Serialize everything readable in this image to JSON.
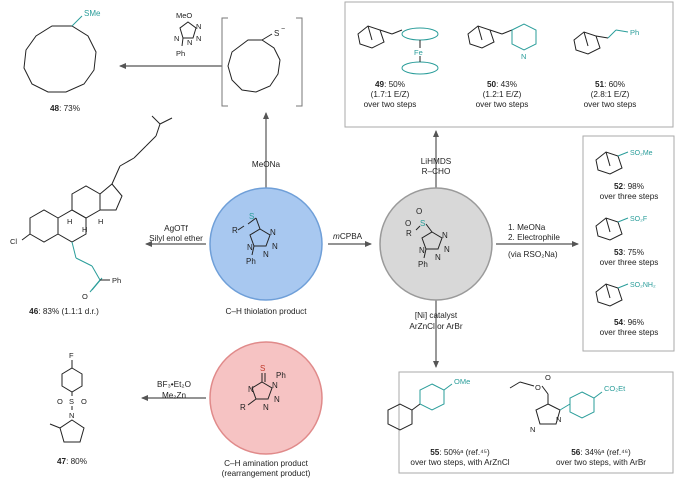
{
  "colors": {
    "teal": "#2a9d9a",
    "red": "#c0392b",
    "blue_circle_fill": "#a8c8f0",
    "blue_circle_edge": "#6f9fd8",
    "gray_circle_fill": "#d8d8d8",
    "gray_circle_edge": "#9a9a9a",
    "pink_circle_fill": "#f6c3c3",
    "pink_circle_edge": "#e08a8a",
    "arrow": "#555555",
    "box_border": "#aaaaaa"
  },
  "center": {
    "thiolation": {
      "caption": "C–H thiolation product",
      "atoms": {
        "s": "S",
        "r": "R",
        "n1": "N",
        "n2": "N",
        "n3": "N",
        "n4": "N",
        "ph": "Ph"
      }
    },
    "sulfone": {
      "atoms": {
        "s": "S",
        "o1": "O",
        "o2": "O",
        "r": "R",
        "n1": "N",
        "n2": "N",
        "n3": "N",
        "n4": "N",
        "ph": "Ph"
      }
    },
    "amination": {
      "caption_line1": "C–H amination product",
      "caption_line2": "(rearrangement product)",
      "atoms": {
        "s": "S",
        "ph": "Ph",
        "n1": "N",
        "n2": "N",
        "n3": "N",
        "n4": "N",
        "r": "R"
      }
    }
  },
  "arrows": {
    "up_left": "MeONa",
    "left_line1": "AgOTf",
    "left_line2": "Silyl enol ether",
    "right_italic": "m",
    "right_rest": "CPBA",
    "up_right_line1": "LiHMDS",
    "up_right_line2": "R–CHO",
    "right2_line1": "1. MeONa",
    "right2_line2": "2. Electrophile",
    "right2_line3": "(via RSO₂Na)",
    "down_right_line1": "[Ni] catalyst",
    "down_right_line2": "ArZnCl or ArBr",
    "bottom_left_line1": "BF₃•Et₂O",
    "bottom_left_line2": "Me₂Zn"
  },
  "intermediate": {
    "reagent_top": "MeO",
    "atoms": {
      "n1": "N",
      "n2": "N",
      "n3": "N",
      "n4": "N",
      "ph": "Ph"
    },
    "s_label": "S",
    "s_charge": "−"
  },
  "compounds": {
    "c48": {
      "num": "48",
      "yield": ": 73%",
      "sub": "SMe"
    },
    "c46": {
      "num": "46",
      "yield": ": 83% (1.1:1 d.r.)",
      "cl": "Cl",
      "ketone_o": "O",
      "ph": "Ph",
      "h1": "H",
      "h2": "H",
      "h3": "H"
    },
    "c47": {
      "num": "47",
      "yield": ": 80%",
      "f": "F",
      "s": "S",
      "o1": "O",
      "o2": "O",
      "n": "N"
    },
    "c49": {
      "num": "49",
      "yield": ": 50%",
      "ratio": "(1.7:1 E/Z)",
      "steps": "over two steps",
      "fe": "Fe"
    },
    "c50": {
      "num": "50",
      "yield": ": 43%",
      "ratio": "(1.2:1 E/Z)",
      "steps": "over two steps",
      "n": "N"
    },
    "c51": {
      "num": "51",
      "yield": ": 60%",
      "ratio": "(2.8:1 E/Z)",
      "steps": "over two steps",
      "ph": "Ph"
    },
    "c52": {
      "num": "52",
      "yield": ": 98%",
      "steps": "over three steps",
      "sub": "SO₂Me"
    },
    "c53": {
      "num": "53",
      "yield": ": 75%",
      "steps": "over three steps",
      "sub": "SO₂F"
    },
    "c54": {
      "num": "54",
      "yield": ": 96%",
      "steps": "over three steps",
      "sub": "SO₂NH₂"
    },
    "c55": {
      "num": "55",
      "yield": ": 50%ᵃ (ref.⁴⁵)",
      "steps": "over two steps, with ArZnCl",
      "ome": "OMe"
    },
    "c56": {
      "num": "56",
      "yield": ": 34%ᵃ (ref.⁴⁶)",
      "steps": "over two steps, with ArBr",
      "co2et": "CO₂Et",
      "o1": "O",
      "o2": "O",
      "n1": "N",
      "n2": "N"
    }
  }
}
